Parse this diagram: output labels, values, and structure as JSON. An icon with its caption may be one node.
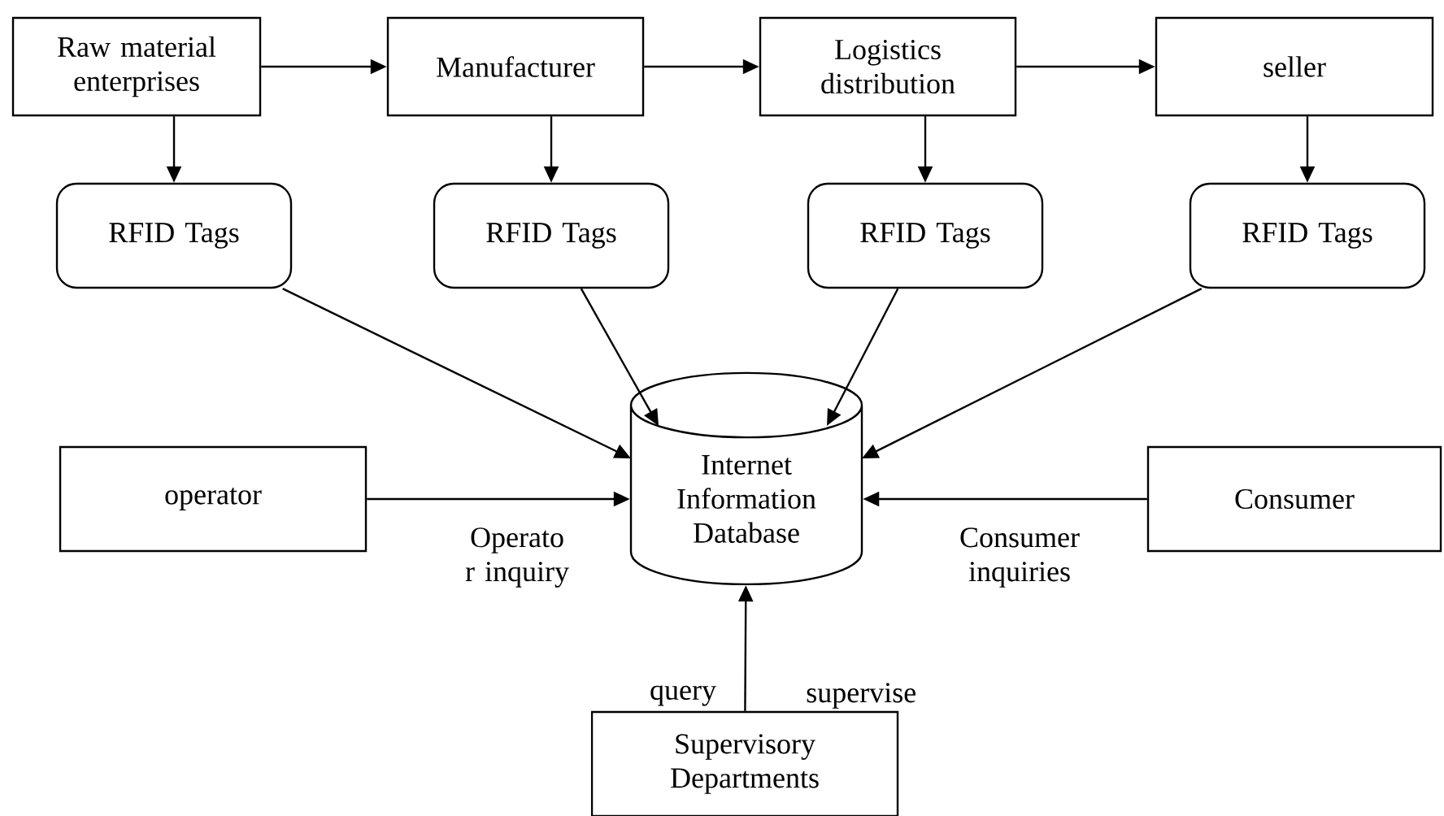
{
  "diagram": {
    "nodes": [
      {
        "text": [
          "Raw material enterprises"
        ]
      },
      {
        "text": [
          "Manufacturer"
        ]
      },
      {
        "text": [
          "Logistics distribution"
        ]
      },
      {
        "text": [
          "seller"
        ]
      },
      {
        "text": [
          "RFID Tags"
        ]
      },
      {
        "text": [
          "RFID Tags"
        ]
      },
      {
        "text": [
          "RFID Tags"
        ]
      },
      {
        "text": [
          "RFID Tags"
        ]
      },
      {
        "text": [
          "Internet Information Database"
        ]
      },
      {
        "text": [
          "operator"
        ]
      },
      {
        "text": [
          "Consumer"
        ]
      },
      {
        "text": [
          "Supervisory Departments"
        ]
      }
    ],
    "edges": [
      {
        "from": 0,
        "to": 1,
        "arrow": "to"
      },
      {
        "from": 1,
        "to": 2,
        "arrow": "to"
      },
      {
        "from": 2,
        "to": 3,
        "arrow": "to"
      },
      {
        "from": 0,
        "to": 4,
        "arrow": "to"
      },
      {
        "from": 1,
        "to": 5,
        "arrow": "to"
      },
      {
        "from": 2,
        "to": 6,
        "arrow": "to"
      },
      {
        "from": 3,
        "to": 7,
        "arrow": "to"
      },
      {
        "from": 4,
        "to": 8,
        "arrow": "to"
      },
      {
        "from": 5,
        "to": 8,
        "arrow": "to"
      },
      {
        "from": 6,
        "to": 8,
        "arrow": "to"
      },
      {
        "from": 7,
        "to": 8,
        "arrow": "to"
      },
      {
        "from": 9,
        "to": 8,
        "arrow": "to",
        "label": "Operato r inquiry"
      },
      {
        "from": 10,
        "to": 8,
        "arrow": "to",
        "label": "Consumer inquiries"
      },
      {
        "from": 11,
        "to": 8,
        "arrow": "to",
        "label": "query"
      }
    ],
    "labels": [
      "supervise"
    ]
  }
}
